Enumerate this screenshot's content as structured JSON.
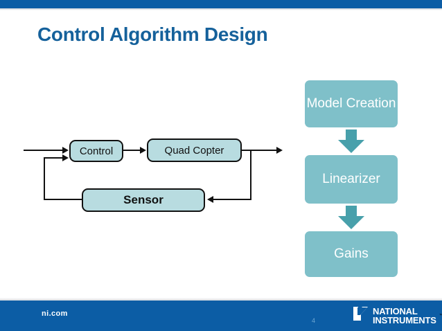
{
  "slide": {
    "title": "Control Algorithm Design",
    "title_color": "#15619B",
    "background": "#FFFFFF"
  },
  "theme": {
    "bar_blue": "#0C5DA5",
    "block_cyan": "#B8DCE0",
    "flow_teal": "#7FC0C9",
    "arrow_teal": "#48A0AB",
    "outline_black": "#111111"
  },
  "control_loop": {
    "blocks": [
      {
        "id": "control",
        "label": "Control"
      },
      {
        "id": "quad-copter",
        "label": "Quad Copter"
      },
      {
        "id": "sensor",
        "label": "Sensor"
      }
    ],
    "connections": [
      {
        "from": "input",
        "to": "control",
        "direction": "right"
      },
      {
        "from": "sensor",
        "to": "control",
        "direction": "right"
      },
      {
        "from": "control",
        "to": "quad-copter",
        "direction": "right"
      },
      {
        "from": "quad-copter",
        "to": "output",
        "direction": "right"
      },
      {
        "from": "quad-copter",
        "to": "sensor",
        "direction": "left"
      }
    ]
  },
  "process_flow": {
    "steps": [
      {
        "id": "model-creation",
        "label": "Model Creation"
      },
      {
        "id": "linearizer",
        "label": "Linearizer"
      },
      {
        "id": "gains",
        "label": "Gains"
      }
    ],
    "arrow_icon": "down-arrow-icon"
  },
  "footer": {
    "website": "ni.com",
    "page_number": "4",
    "logo": {
      "mark": "ni-eagle-mark-icon",
      "line1": "NATIONAL",
      "line2": "INSTRUMENTS",
      "trademark": "™"
    }
  }
}
